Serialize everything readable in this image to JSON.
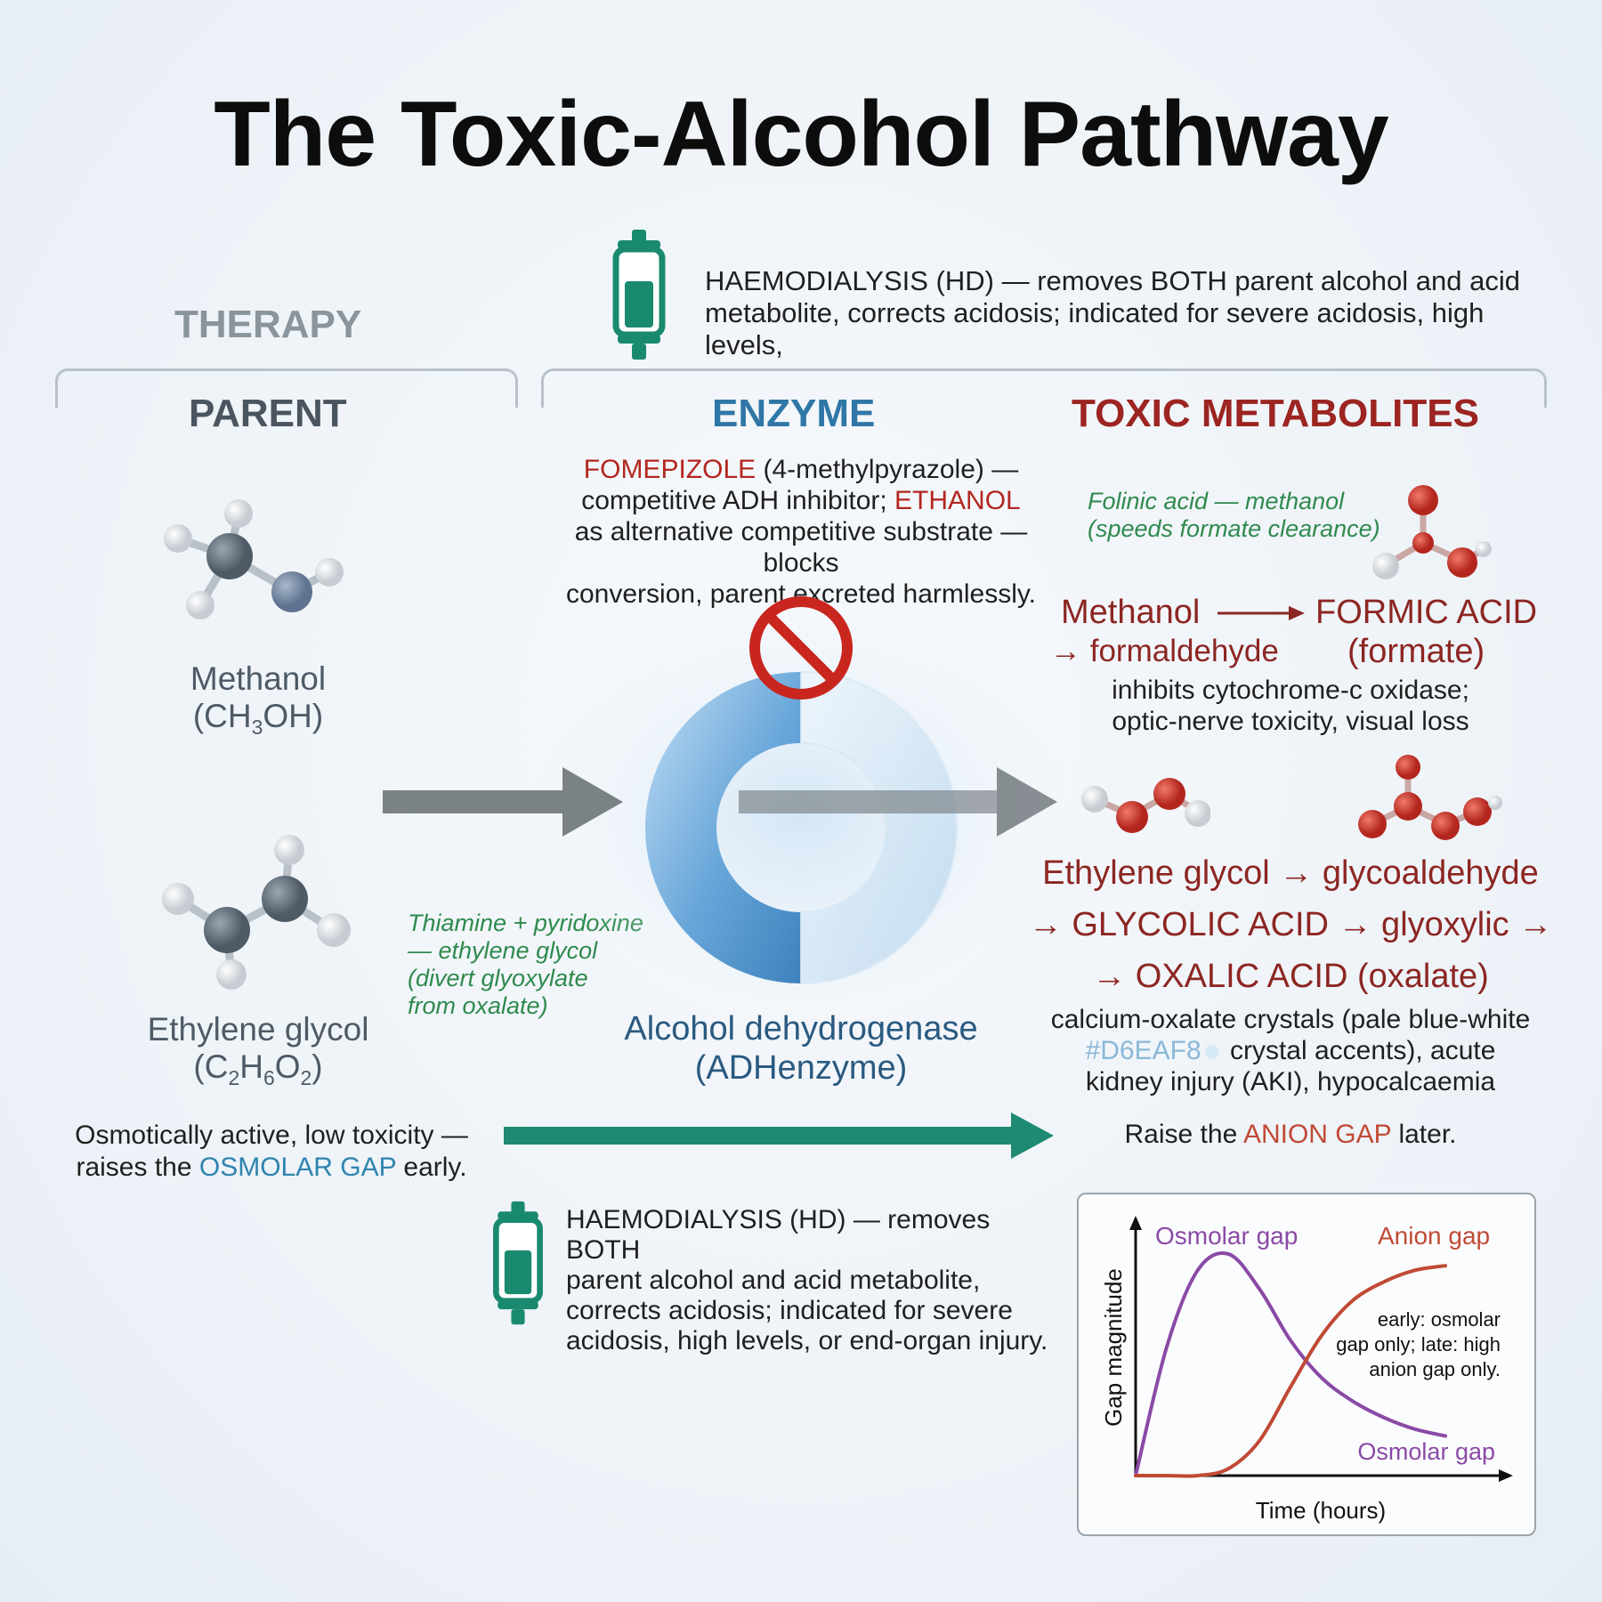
{
  "title": "The Toxic-Alcohol Pathway",
  "therapy_label": "THERAPY",
  "columns": {
    "parent": "PARENT",
    "enzyme": "ENZYME",
    "toxic": "TOXIC METABOLITES"
  },
  "hd_top": "HAEMODIALYSIS (HD) — removes BOTH parent alcohol and acid metabolite, corrects acidosis; indicated for severe acidosis, high levels,",
  "fomepizole": {
    "drug1": "FOMEPIZOLE",
    "line1_rest": " (4-methylpyrazole) —",
    "line2_pre": "competitive ADH inhibitor; ",
    "drug2": "ETHANOL",
    "line3": "as alternative competitive substrate — blocks",
    "line4": "conversion, parent excreted harmlessly."
  },
  "folinic": {
    "line1": "Folinic acid — methanol",
    "line2": "(speeds formate clearance)"
  },
  "thiamine": {
    "line1": "Thiamine + pyridoxine",
    "line2": "— ethylene glycol",
    "line3": "(divert glyoxylate",
    "line4": "from oxalate)"
  },
  "methanol": {
    "name": "Methanol",
    "formula_pre": "(CH",
    "formula_sub": "3",
    "formula_post": "OH)"
  },
  "ethylene_glycol": {
    "name": "Ethylene glycol",
    "f1": "(C",
    "s1": "2",
    "f2": "H",
    "s2": "6",
    "f3": "O",
    "s3": "2",
    "f4": ")"
  },
  "enzyme_label": {
    "line1": "Alcohol dehydrogenase",
    "line2": "(ADHenzyme)"
  },
  "methanol_path": {
    "start": "Methanol",
    "end": "FORMIC ACID",
    "intermediate": "→ formaldehyde",
    "end_sub": "(formate)",
    "effect1": "inhibits cytochrome-c oxidase;",
    "effect2": "optic-nerve toxicity, visual loss"
  },
  "eg_path": {
    "line1": "Ethylene glycol → glycoaldehyde",
    "line2": "→ GLYCOLIC ACID → glyoxylic →",
    "line3": "→ OXALIC ACID (oxalate)",
    "effect1": "calcium-oxalate crystals (pale blue-white",
    "effect2_hex": "#D6EAF8",
    "effect2_rest": " crystal accents), acute",
    "effect3": "kidney injury (AKI), hypocalcaemia"
  },
  "osmolar_note": {
    "line1": "Osmotically active, low toxicity —",
    "line2_pre": "raises the ",
    "highlight": "OSMOLAR GAP",
    "line2_post": " early."
  },
  "anion_note": {
    "pre": "Raise the ",
    "highlight": "ANION GAP",
    "post": " later."
  },
  "hd_bottom": {
    "line1": "HAEMODIALYSIS (HD) — removes BOTH",
    "line2": "parent alcohol and acid metabolite,",
    "line3": "corrects acidosis; indicated for severe",
    "line4": "acidosis, high levels, or end-organ injury."
  },
  "colors": {
    "toxic_red": "#9c2421",
    "enzyme_blue": "#2f77a6",
    "therapy_green": "#2f8a4e",
    "hd_teal": "#1a8a6f",
    "osmolar_purple": "#8a4aa6",
    "anion_red": "#c04a35",
    "crystal": "#D6EAF8"
  },
  "icons": [
    "dialysis-filter-icon",
    "prohibition-icon",
    "enzyme-ring-icon",
    "molecule-icon"
  ],
  "chart_data": {
    "type": "line",
    "title": "",
    "xlabel": "Time (hours)",
    "ylabel": "Gap magnitude",
    "x": [
      0,
      1,
      2,
      3,
      4,
      5,
      6,
      7,
      8,
      9,
      10
    ],
    "series": [
      {
        "name": "Osmolar gap",
        "values": [
          0,
          55,
          88,
          95,
          80,
          58,
          42,
          32,
          25,
          20,
          17
        ]
      },
      {
        "name": "Anion gap",
        "values": [
          0,
          0,
          0,
          3,
          15,
          38,
          60,
          75,
          83,
          88,
          90
        ]
      }
    ],
    "series_end_label": "Osmolar gap",
    "annotation": {
      "line1": "early: osmolar",
      "line2": "gap only; late: high",
      "line3": "anion gap only."
    },
    "ylim": [
      0,
      100
    ],
    "grid": false,
    "legend": "inline"
  }
}
